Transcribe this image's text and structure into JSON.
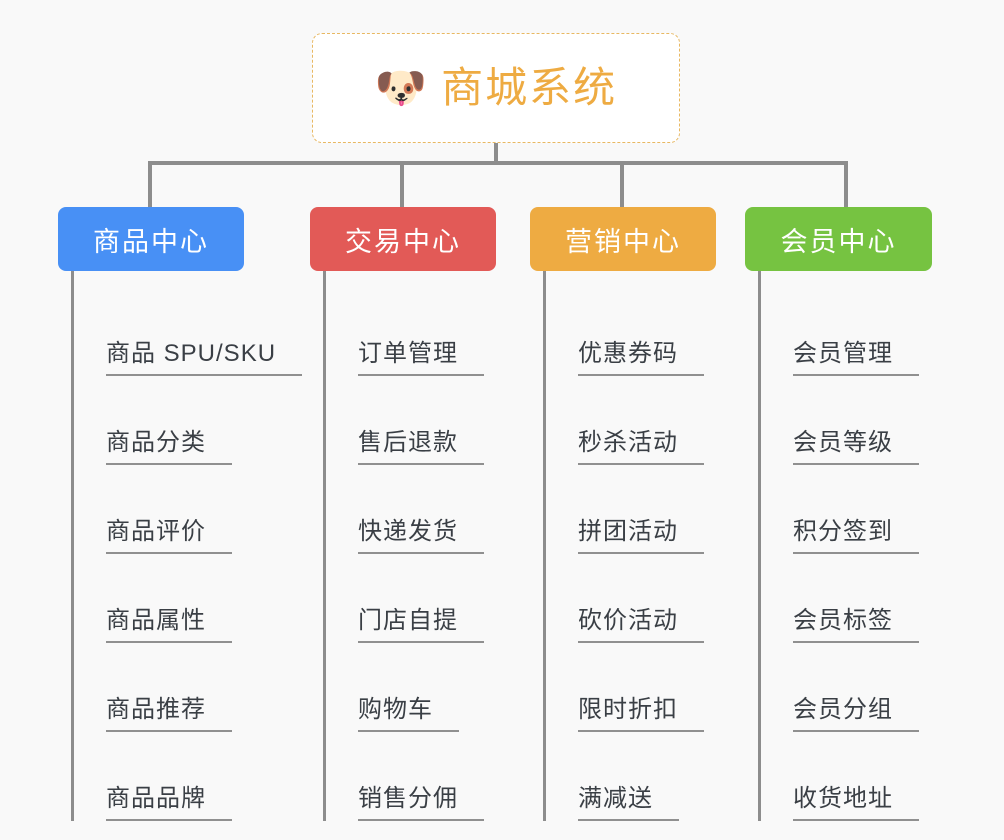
{
  "diagram": {
    "type": "org-tree",
    "background_color": "#f9f9f9",
    "root": {
      "icon": "shiba-dog-face-icon",
      "emoji": "🐶",
      "title": "商城系统",
      "text_color": "#eeab42",
      "border_color": "#e8b862",
      "background_color": "#ffffff",
      "border_style": "dashed"
    },
    "connector_color": "#8d8d8d",
    "branches": [
      {
        "label": "商品中心",
        "color": "#4890f5",
        "text_color": "#ffffff",
        "items": [
          "商品 SPU/SKU",
          "商品分类",
          "商品评价",
          "商品属性",
          "商品推荐",
          "商品品牌"
        ]
      },
      {
        "label": "交易中心",
        "color": "#e25a57",
        "text_color": "#ffffff",
        "items": [
          "订单管理",
          "售后退款",
          "快递发货",
          "门店自提",
          "购物车",
          "销售分佣"
        ]
      },
      {
        "label": "营销中心",
        "color": "#eeab42",
        "text_color": "#ffffff",
        "items": [
          "优惠券码",
          "秒杀活动",
          "拼团活动",
          "砍价活动",
          "限时折扣",
          "满减送"
        ]
      },
      {
        "label": "会员中心",
        "color": "#76c341",
        "text_color": "#ffffff",
        "items": [
          "会员管理",
          "会员等级",
          "积分签到",
          "会员标签",
          "会员分组",
          "收货地址"
        ]
      }
    ]
  }
}
